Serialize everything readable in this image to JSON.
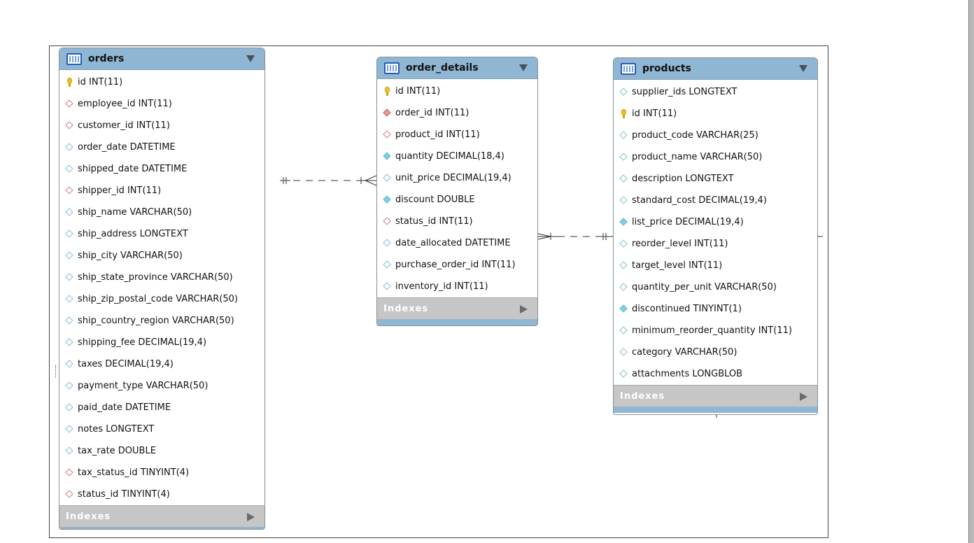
{
  "tables": {
    "orders": {
      "title": "orders",
      "columns": [
        {
          "text": "id INT(11)",
          "icon": "primary-key-icon"
        },
        {
          "text": "employee_id INT(11)",
          "icon": "foreign-key-diamond-icon"
        },
        {
          "text": "customer_id INT(11)",
          "icon": "foreign-key-diamond-icon"
        },
        {
          "text": "order_date DATETIME",
          "icon": "column-diamond-icon"
        },
        {
          "text": "shipped_date DATETIME",
          "icon": "column-diamond-icon"
        },
        {
          "text": "shipper_id INT(11)",
          "icon": "foreign-key-diamond-icon"
        },
        {
          "text": "ship_name VARCHAR(50)",
          "icon": "column-diamond-icon"
        },
        {
          "text": "ship_address LONGTEXT",
          "icon": "column-diamond-icon"
        },
        {
          "text": "ship_city VARCHAR(50)",
          "icon": "column-diamond-icon"
        },
        {
          "text": "ship_state_province VARCHAR(50)",
          "icon": "column-diamond-icon"
        },
        {
          "text": "ship_zip_postal_code VARCHAR(50)",
          "icon": "column-diamond-icon"
        },
        {
          "text": "ship_country_region VARCHAR(50)",
          "icon": "column-diamond-icon"
        },
        {
          "text": "shipping_fee DECIMAL(19,4)",
          "icon": "column-diamond-icon"
        },
        {
          "text": "taxes DECIMAL(19,4)",
          "icon": "column-diamond-icon"
        },
        {
          "text": "payment_type VARCHAR(50)",
          "icon": "column-diamond-icon"
        },
        {
          "text": "paid_date DATETIME",
          "icon": "column-diamond-icon"
        },
        {
          "text": "notes LONGTEXT",
          "icon": "column-diamond-icon"
        },
        {
          "text": "tax_rate DOUBLE",
          "icon": "column-diamond-icon"
        },
        {
          "text": "tax_status_id TINYINT(4)",
          "icon": "foreign-key-diamond-icon"
        },
        {
          "text": "status_id TINYINT(4)",
          "icon": "foreign-key-diamond-icon"
        }
      ],
      "indexes_label": "Indexes"
    },
    "order_details": {
      "title": "order_details",
      "columns": [
        {
          "text": "id INT(11)",
          "icon": "primary-key-icon"
        },
        {
          "text": "order_id INT(11)",
          "icon": "foreign-key-filled-diamond-icon"
        },
        {
          "text": "product_id INT(11)",
          "icon": "foreign-key-diamond-icon"
        },
        {
          "text": "quantity DECIMAL(18,4)",
          "icon": "not-null-diamond-icon"
        },
        {
          "text": "unit_price DECIMAL(19,4)",
          "icon": "column-diamond-icon"
        },
        {
          "text": "discount DOUBLE",
          "icon": "not-null-diamond-icon"
        },
        {
          "text": "status_id INT(11)",
          "icon": "foreign-key-diamond-icon"
        },
        {
          "text": "date_allocated DATETIME",
          "icon": "column-diamond-icon"
        },
        {
          "text": "purchase_order_id INT(11)",
          "icon": "column-diamond-icon"
        },
        {
          "text": "inventory_id INT(11)",
          "icon": "column-diamond-icon"
        }
      ],
      "indexes_label": "Indexes"
    },
    "products": {
      "title": "products",
      "columns": [
        {
          "text": "supplier_ids LONGTEXT",
          "icon": "column-diamond-icon"
        },
        {
          "text": "id INT(11)",
          "icon": "primary-key-icon"
        },
        {
          "text": "product_code VARCHAR(25)",
          "icon": "column-diamond-icon"
        },
        {
          "text": "product_name VARCHAR(50)",
          "icon": "column-diamond-icon"
        },
        {
          "text": "description LONGTEXT",
          "icon": "column-diamond-icon"
        },
        {
          "text": "standard_cost DECIMAL(19,4)",
          "icon": "column-diamond-icon"
        },
        {
          "text": "list_price DECIMAL(19,4)",
          "icon": "not-null-diamond-icon"
        },
        {
          "text": "reorder_level INT(11)",
          "icon": "column-diamond-icon"
        },
        {
          "text": "target_level INT(11)",
          "icon": "column-diamond-icon"
        },
        {
          "text": "quantity_per_unit VARCHAR(50)",
          "icon": "column-diamond-icon"
        },
        {
          "text": "discontinued TINYINT(1)",
          "icon": "not-null-diamond-icon"
        },
        {
          "text": "minimum_reorder_quantity INT(11)",
          "icon": "column-diamond-icon"
        },
        {
          "text": "category VARCHAR(50)",
          "icon": "column-diamond-icon"
        },
        {
          "text": "attachments LONGBLOB",
          "icon": "column-diamond-icon"
        }
      ],
      "indexes_label": "Indexes"
    }
  },
  "colors": {
    "header": "#8fb6d3",
    "indexes_bar": "#c6c6c6",
    "primary_key": "#f4c21e",
    "foreign_key": "#d07a7a",
    "column": "#7fbcd4"
  }
}
